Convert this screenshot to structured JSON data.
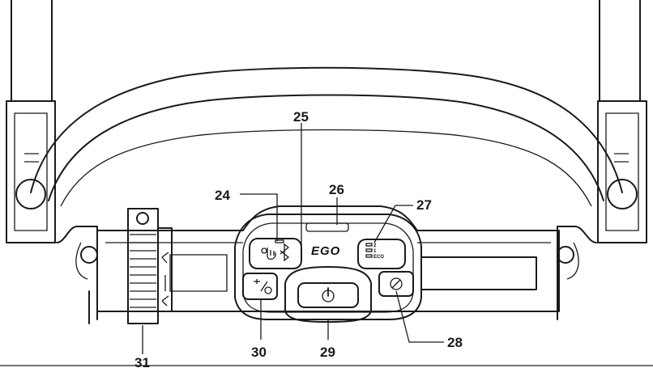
{
  "diagram": {
    "brand_logo_text": "EGO",
    "mode_labels": {
      "level_2": "2",
      "level_1": "1",
      "eco": "ECO"
    },
    "callouts": [
      {
        "id": "24",
        "label": "24"
      },
      {
        "id": "25",
        "label": "25"
      },
      {
        "id": "26",
        "label": "26"
      },
      {
        "id": "27",
        "label": "27"
      },
      {
        "id": "28",
        "label": "28"
      },
      {
        "id": "29",
        "label": "29"
      },
      {
        "id": "30",
        "label": "30"
      },
      {
        "id": "31",
        "label": "31"
      }
    ],
    "icons": [
      "bluetooth-icon",
      "touch-hand-icon",
      "power-icon",
      "self-propel-drive-icon",
      "speed-dial-icon",
      "height-lever-icon"
    ]
  }
}
